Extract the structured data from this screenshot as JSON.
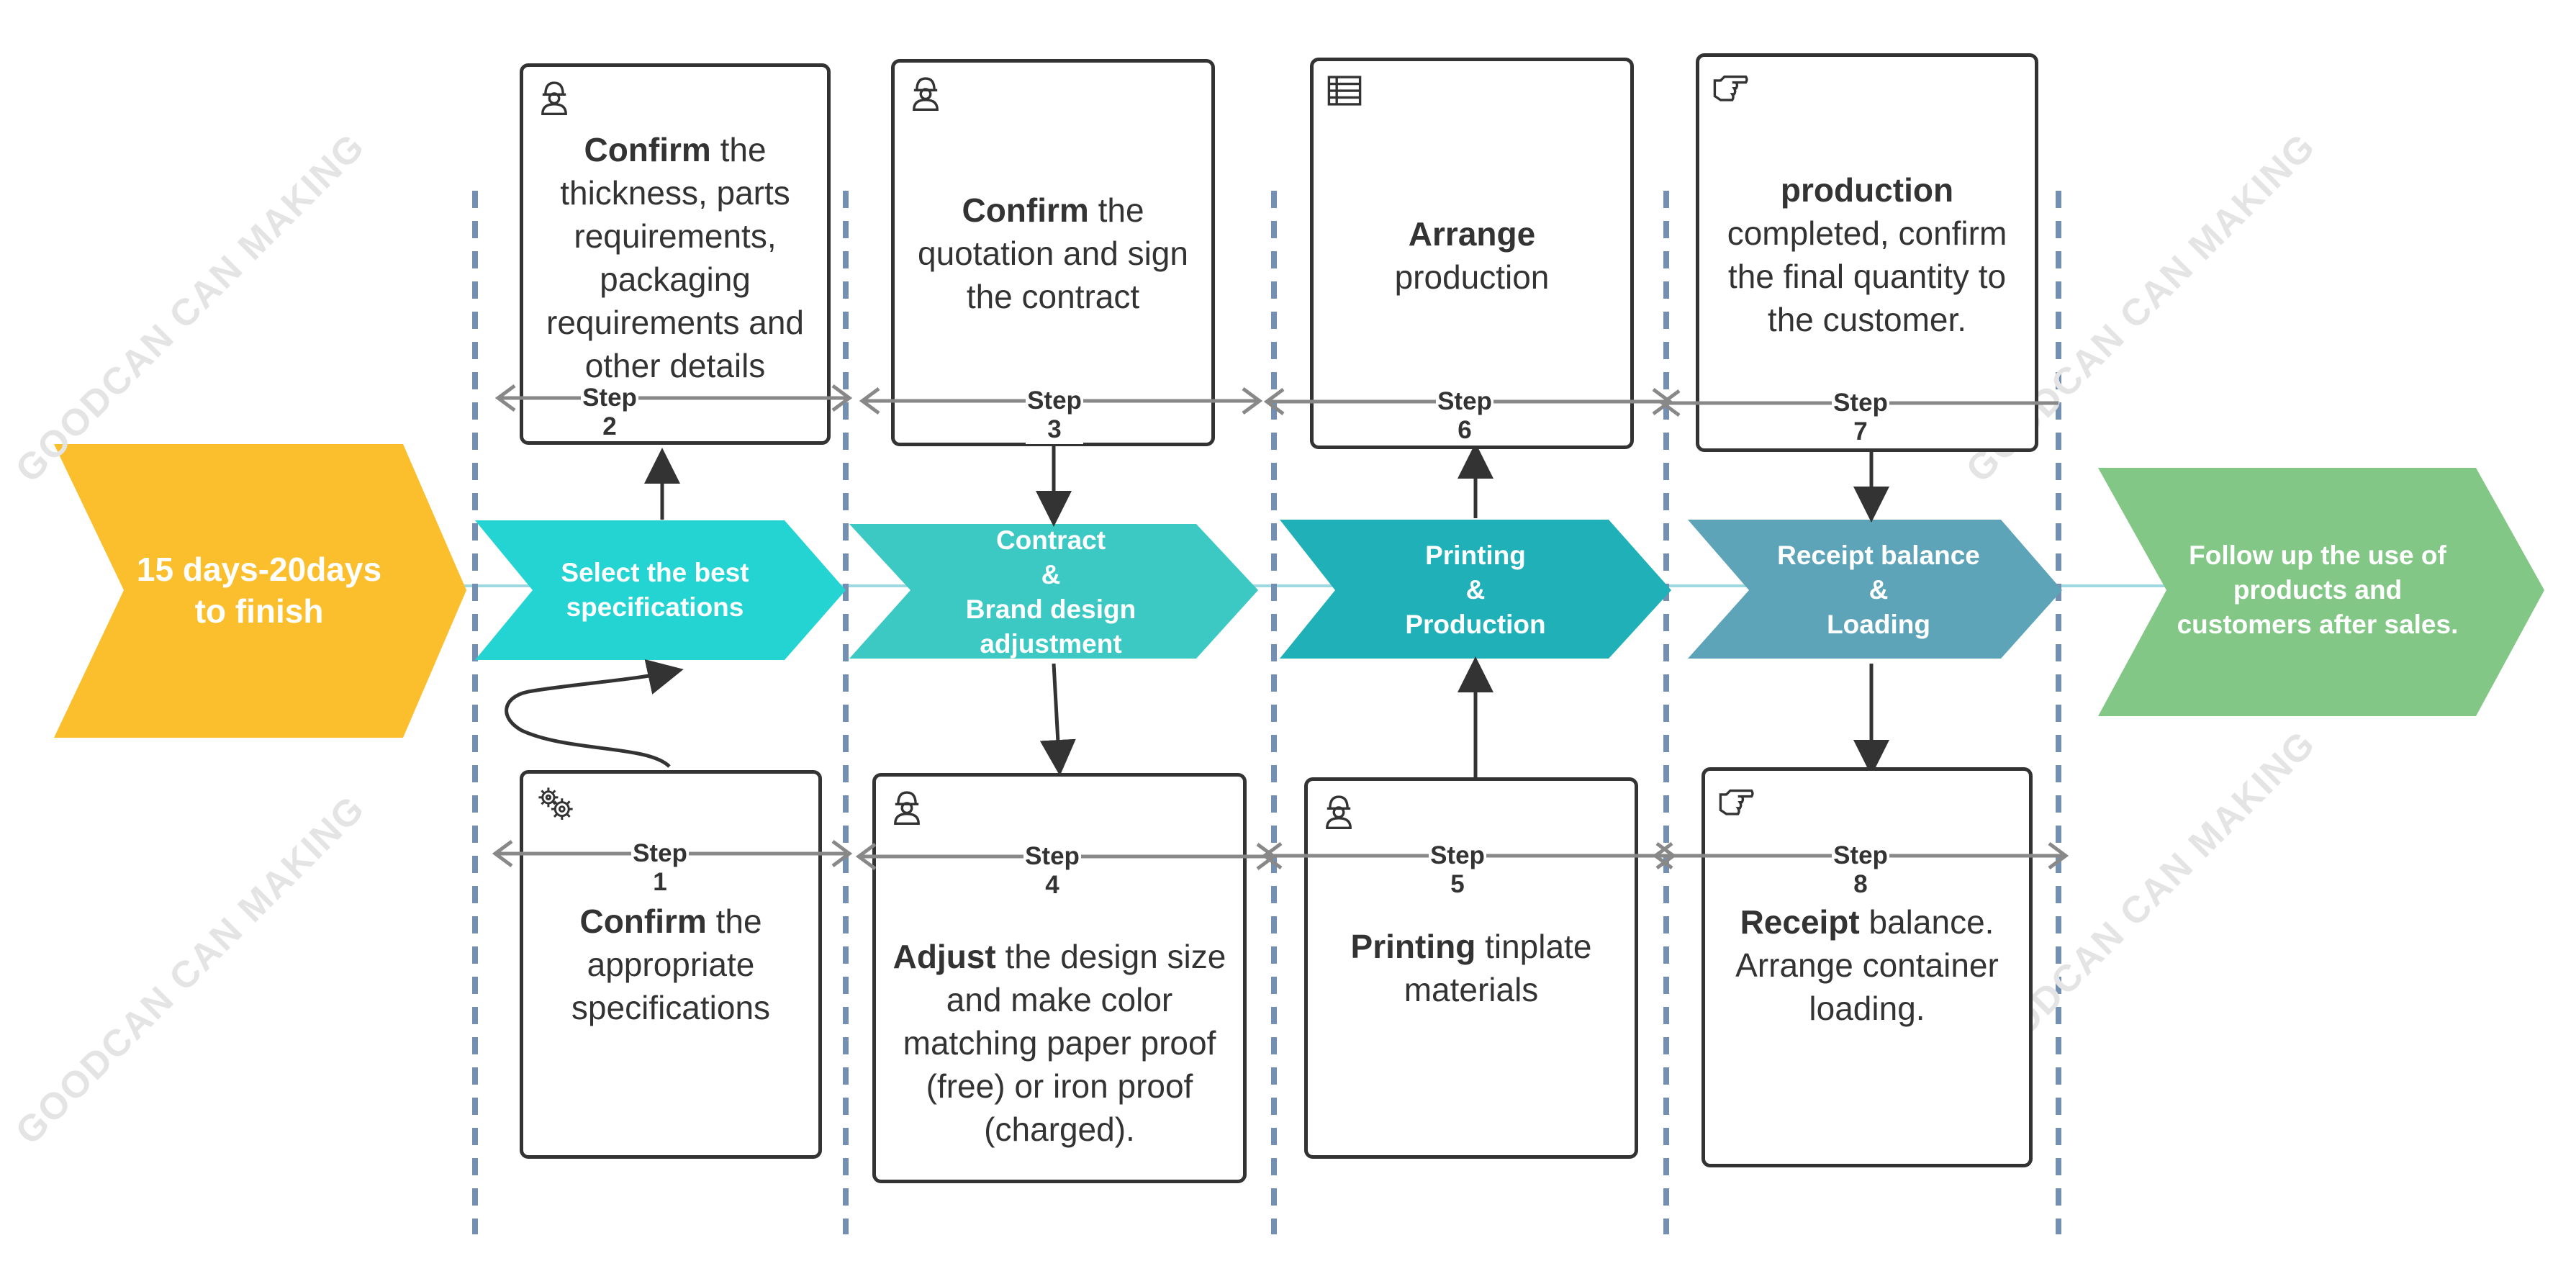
{
  "colors": {
    "start": "#fbbf2e",
    "phase1": "#24d4d2",
    "phase2": "#3cc9c3",
    "phase3": "#1fb0b8",
    "phase4": "#5ea4b8",
    "end": "#82c785",
    "divider": "#7390b3",
    "step_arrow": "#888888",
    "flow_arrow": "#333333"
  },
  "watermark": "GOODCAN CAN MAKING",
  "start_chevron": {
    "line1": "15 days-20days",
    "line2": "to finish"
  },
  "phases": [
    {
      "lines": [
        "Select the best",
        "specifications"
      ]
    },
    {
      "lines": [
        "Contract",
        "&",
        "Brand design",
        "adjustment"
      ]
    },
    {
      "lines": [
        "Printing",
        "&",
        "Production"
      ]
    },
    {
      "lines": [
        "Receipt balance",
        "&",
        "Loading"
      ]
    }
  ],
  "end_chevron": {
    "lines": [
      "Follow up the use of",
      "products and",
      "customers after sales."
    ]
  },
  "steps_top": [
    {
      "label": "Step 2",
      "icon": "worker-icon",
      "bold": "Confirm",
      "text": " the thickness, parts requirements, packaging requirements and other details"
    },
    {
      "label": "Step 3",
      "icon": "worker-icon",
      "bold": "Confirm",
      "text": " the quotation and sign the contract"
    },
    {
      "label": "Step 6",
      "icon": "list-icon",
      "bold": "Arrange",
      "text": " production"
    },
    {
      "label": "Step 7",
      "icon": "pointing-hand-icon",
      "bold": "production",
      "text": " completed, confirm the final quantity to the customer."
    }
  ],
  "steps_bottom": [
    {
      "label": "Step 1",
      "icon": "gears-icon",
      "bold": "Confirm",
      "text": " the appropriate specifications"
    },
    {
      "label": "Step 4",
      "icon": "worker-icon",
      "bold": "Adjust",
      "text": " the design size and make color matching paper proof (free) or iron proof (charged)."
    },
    {
      "label": "Step 5",
      "icon": "worker-icon",
      "bold": "Printing",
      "text": " tinplate materials"
    },
    {
      "label": "Step 8",
      "icon": "pointing-hand-icon",
      "bold": "Receipt",
      "text": " balance. Arrange container loading."
    }
  ]
}
